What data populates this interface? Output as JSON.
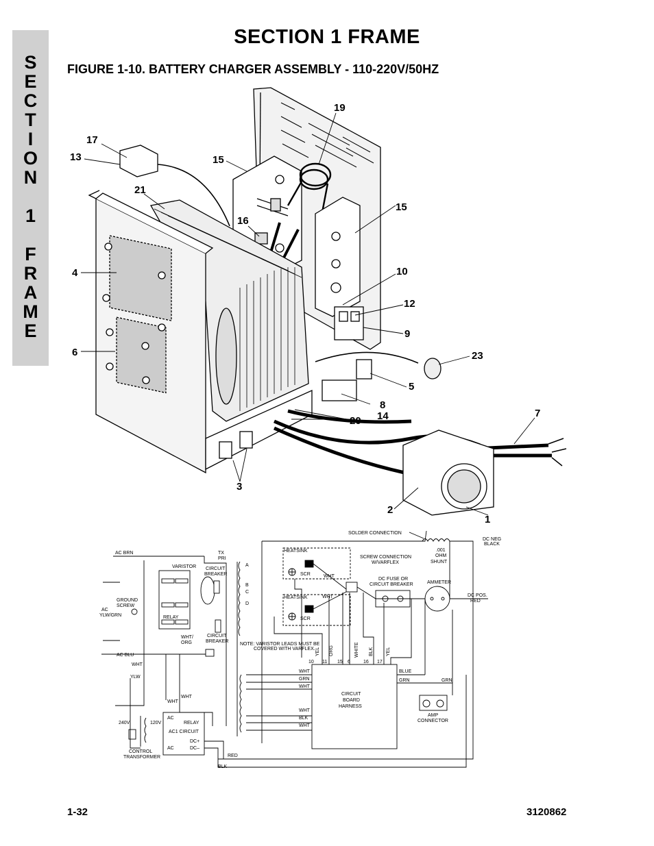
{
  "side_tab": {
    "letters": [
      "S",
      "E",
      "C",
      "T",
      "I",
      "O",
      "N",
      "",
      "1",
      "",
      "F",
      "R",
      "A",
      "M",
      "E"
    ]
  },
  "header": {
    "section_title": "SECTION 1  FRAME",
    "figure_title": "FIGURE 1-10.  BATTERY CHARGER ASSEMBLY - 110-220V/50HZ"
  },
  "callouts": {
    "c1": "1",
    "c2": "2",
    "c3": "3",
    "c4": "4",
    "c5": "5",
    "c6": "6",
    "c7": "7",
    "c8": "8",
    "c9": "9",
    "c10": "10",
    "c12": "12",
    "c13": "13",
    "c14": "14",
    "c15a": "15",
    "c15b": "15",
    "c16": "16",
    "c17": "17",
    "c19": "19",
    "c20": "20",
    "c21": "21",
    "c23": "23"
  },
  "schematic": {
    "solder_connection": "SOLDER CONNECTION",
    "dc_neg": "DC NEG",
    "black": "BLACK",
    "shunt_1": ".001",
    "shunt_2": "OHM",
    "shunt_3": "SHUNT",
    "ac_brn": "AC BRN",
    "tx_1": "TX",
    "tx_2": "PRI",
    "varistor": "VARISTOR",
    "cb1_1": "CIRCUIT",
    "cb1_2": "BREAKER",
    "heatsink_1": "HEATSINK",
    "heatsink_2": "HEATSINK",
    "scr_1": "SCR",
    "scr_2": "SCR",
    "screw_conn_1": "SCREW CONNECTION",
    "screw_conn_2": "W/VARFLEX",
    "dc_fuse_1": "DC FUSE OR",
    "dc_fuse_2": "CIRCUIT BREAKER",
    "ammeter": "AMMETER",
    "dc_pos_1": "DC POS.",
    "dc_pos_2": "RED",
    "ground_1": "GROUND",
    "ground_2": "SCREW",
    "ac_ylwgrn_1": "AC",
    "ac_ylwgrn_2": "YLW/GRN",
    "relay": "RELAY",
    "wht_org_1": "WHT/",
    "wht_org_2": "ORG",
    "cb2_1": "CIRCUIT",
    "cb2_2": "BREAKER",
    "note_1": "NOTE: VARISTOR LEADS MUST BE",
    "note_2": "COVERED WITH VARFLEX.",
    "ac_blu": "AC BLU",
    "ylw": "YLW",
    "harness_1": "CIRCUIT",
    "harness_2": "BOARD",
    "harness_3": "HARNESS",
    "amp_conn_1": "AMP",
    "amp_conn_2": "CONNECTOR",
    "blue": "BLUE",
    "grn": "GRN",
    "red": "RED",
    "blk": "BLK",
    "v240": "240V",
    "v120": "120V",
    "relay_ac1_1": "RELAY",
    "relay_ac1_2": "AC1  CIRCUIT",
    "ac_a": "AC",
    "ac_b": "AC",
    "dc_plus": "DC+",
    "dc_minus": "DC–",
    "ctrl_tx_1": "CONTROL",
    "ctrl_tx_2": "TRANSFORMER",
    "wht": "WHT",
    "wire_yel": "YEL",
    "wire_org": "ORG",
    "wire_white": "WHITE",
    "wire_blk": "BLK",
    "wire_yel2": "YEL",
    "pin_labels": [
      "10",
      "11",
      "15",
      "6",
      "16",
      "17"
    ],
    "terminal_a": "A",
    "terminal_b": "B",
    "terminal_c": "C",
    "terminal_d": "D"
  },
  "footer": {
    "page_number": "1-32",
    "doc_number": "3120862"
  }
}
